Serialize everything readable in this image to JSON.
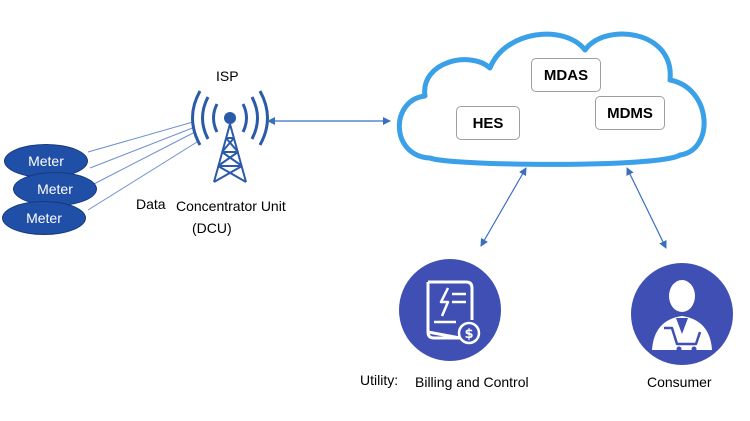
{
  "meters": [
    {
      "label": "Meter"
    },
    {
      "label": "Meter"
    },
    {
      "label": "Meter"
    }
  ],
  "dcu": {
    "isp_label": "ISP",
    "label_line1_a": "Data",
    "label_line1_b": "Concentrator Unit",
    "label_line2": "(DCU)"
  },
  "cloud": {
    "systems": [
      {
        "label": "MDAS"
      },
      {
        "label": "HES"
      },
      {
        "label": "MDMS"
      }
    ]
  },
  "utility": {
    "label_a": "Utility:",
    "label_b": "Billing and Control"
  },
  "consumer": {
    "label": "Consumer"
  },
  "colors": {
    "meter": "#1f4fa6",
    "tower": "#2b5aa8",
    "cloud_stroke": "#3aa0e8",
    "circle_fill": "#3f4fb4",
    "arrow": "#3a6fc0"
  },
  "icons": {
    "tower": "radio-tower-icon",
    "bill": "billing-document-icon",
    "consumer": "consumer-person-icon"
  }
}
